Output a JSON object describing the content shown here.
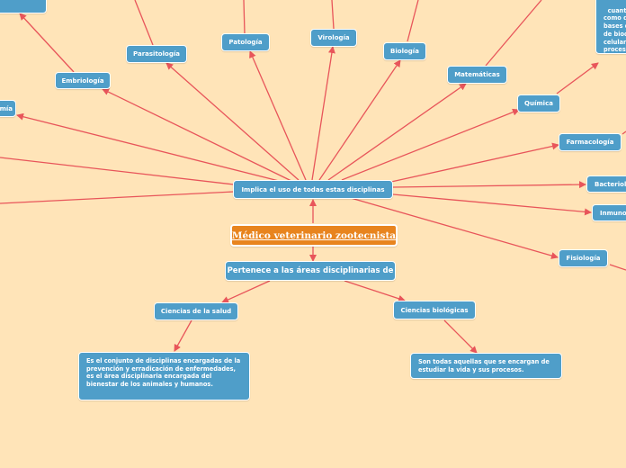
{
  "root": "Médico veterinario zootecnista",
  "hub_top": "Implica el uso de todas estas disciplinas",
  "hub_bottom": "Pertenece a las áreas disciplinarias de",
  "disciplines": {
    "parasitologia": "Parasitología",
    "patologia": "Patología",
    "virologia": "Virología",
    "biologia": "Biología",
    "matematicas": "Matemáticas",
    "quimica": "Química",
    "farmacologia": "Farmacología",
    "bacteriologia": "Bacteriol",
    "inmunologia": "Inmuno",
    "fisiologia": "Fisiología",
    "embriologia": "Embriología",
    "anatomia": "mía"
  },
  "quimica_note": "cuantit\ncomo d\nbases d\nde bioq\ncelular\nproces\norganis",
  "areas": {
    "salud": "Ciencias de la salud",
    "biologicas": "Ciencias biológicas"
  },
  "descriptions": {
    "salud": "Es el conjunto de disciplinas encargadas de la prevención y erradicación de enfermedades, es el área disciplinaria encargada del bienestar de los animales y humanos.",
    "biologicas": "Son todas aquellas que se encargan de estudiar la vida y sus procesos."
  },
  "colors": {
    "background": "#ffe4b8",
    "node": "#4f9ec9",
    "root": "#e8841e",
    "connector": "#e8555a"
  }
}
